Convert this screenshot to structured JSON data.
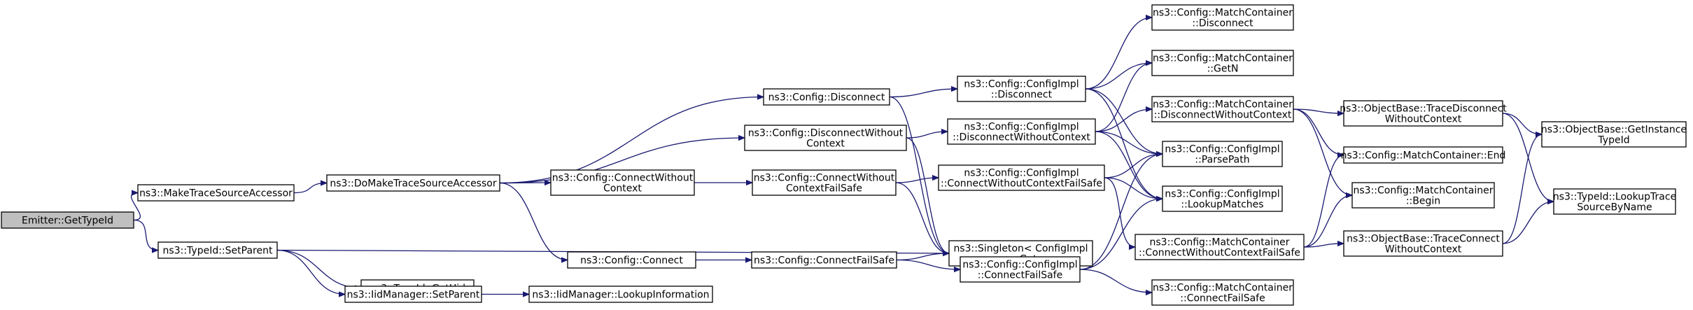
{
  "diagram": {
    "type": "call-graph",
    "nodes": [
      {
        "id": "emitter_gettypeid",
        "lines": [
          "Emitter::GetTypeId"
        ],
        "root": true
      },
      {
        "id": "maketracesourceaccessor",
        "lines": [
          "ns3::MakeTraceSourceAccessor"
        ]
      },
      {
        "id": "typeid_setparent",
        "lines": [
          "ns3::TypeId::SetParent"
        ]
      },
      {
        "id": "domaketracesourceaccessor",
        "lines": [
          "ns3::DoMakeTraceSourceAccessor"
        ]
      },
      {
        "id": "typeid_getuid",
        "lines": [
          "ns3::TypeId::GetUid"
        ]
      },
      {
        "id": "iidmanager_setparent",
        "lines": [
          "ns3::IidManager::SetParent"
        ]
      },
      {
        "id": "iidmanager_lookupinformation",
        "lines": [
          "ns3::IidManager::LookupInformation"
        ]
      },
      {
        "id": "config_disconnect",
        "lines": [
          "ns3::Config::Disconnect"
        ]
      },
      {
        "id": "config_disconnectwithoutcontext",
        "lines": [
          "ns3::Config::DisconnectWithout",
          "Context"
        ]
      },
      {
        "id": "config_connectwithoutcontext",
        "lines": [
          "ns3::Config::ConnectWithout",
          "Context"
        ]
      },
      {
        "id": "config_connect",
        "lines": [
          "ns3::Config::Connect"
        ]
      },
      {
        "id": "config_connectwithoutcontextfailsafe",
        "lines": [
          "ns3::Config::ConnectWithout",
          "ContextFailSafe"
        ]
      },
      {
        "id": "config_connectfailsafe",
        "lines": [
          "ns3::Config::ConnectFailSafe"
        ]
      },
      {
        "id": "singleton_get",
        "lines": [
          "ns3::Singleton< ConfigImpl",
          " >::Get"
        ]
      },
      {
        "id": "configimpl_disconnect",
        "lines": [
          "ns3::Config::ConfigImpl",
          "::Disconnect"
        ]
      },
      {
        "id": "configimpl_disconnectwithoutcontext",
        "lines": [
          "ns3::Config::ConfigImpl",
          "::DisconnectWithoutContext"
        ]
      },
      {
        "id": "configimpl_connectwithoutcontextfailsafe",
        "lines": [
          "ns3::Config::ConfigImpl",
          "::ConnectWithoutContextFailSafe"
        ]
      },
      {
        "id": "configimpl_connectfailsafe",
        "lines": [
          "ns3::Config::ConfigImpl",
          "::ConnectFailSafe"
        ]
      },
      {
        "id": "matchcontainer_disconnect",
        "lines": [
          "ns3::Config::MatchContainer",
          "::Disconnect"
        ]
      },
      {
        "id": "matchcontainer_getn",
        "lines": [
          "ns3::Config::MatchContainer",
          "::GetN"
        ]
      },
      {
        "id": "matchcontainer_disconnectwithoutcontext",
        "lines": [
          "ns3::Config::MatchContainer",
          "::DisconnectWithoutContext"
        ]
      },
      {
        "id": "configimpl_parsepath",
        "lines": [
          "ns3::Config::ConfigImpl",
          "::ParsePath"
        ]
      },
      {
        "id": "configimpl_lookupmatches",
        "lines": [
          "ns3::Config::ConfigImpl",
          "::LookupMatches"
        ]
      },
      {
        "id": "matchcontainer_connectwithoutcontextfailsafe",
        "lines": [
          "ns3::Config::MatchContainer",
          "::ConnectWithoutContextFailSafe"
        ]
      },
      {
        "id": "matchcontainer_connectfailsafe",
        "lines": [
          "ns3::Config::MatchContainer",
          "::ConnectFailSafe"
        ]
      },
      {
        "id": "objectbase_tracedisconnectwithoutcontext",
        "lines": [
          "ns3::ObjectBase::TraceDisconnect",
          "WithoutContext"
        ]
      },
      {
        "id": "matchcontainer_end",
        "lines": [
          "ns3::Config::MatchContainer::End"
        ]
      },
      {
        "id": "matchcontainer_begin",
        "lines": [
          "ns3::Config::MatchContainer",
          "::Begin"
        ]
      },
      {
        "id": "objectbase_traceconnectwithoutcontext",
        "lines": [
          "ns3::ObjectBase::TraceConnect",
          "WithoutContext"
        ]
      },
      {
        "id": "objectbase_getinstancetypeid",
        "lines": [
          "ns3::ObjectBase::GetInstance",
          "TypeId"
        ]
      },
      {
        "id": "typeid_lookuptracesourcebyname",
        "lines": [
          "ns3::TypeId::LookupTrace",
          "SourceByName"
        ]
      }
    ],
    "edges": [
      [
        "emitter_gettypeid",
        "maketracesourceaccessor"
      ],
      [
        "emitter_gettypeid",
        "typeid_setparent"
      ],
      [
        "maketracesourceaccessor",
        "domaketracesourceaccessor"
      ],
      [
        "typeid_setparent",
        "typeid_getuid"
      ],
      [
        "typeid_setparent",
        "iidmanager_setparent"
      ],
      [
        "typeid_setparent",
        "singleton_get"
      ],
      [
        "iidmanager_setparent",
        "iidmanager_lookupinformation"
      ],
      [
        "domaketracesourceaccessor",
        "config_disconnect"
      ],
      [
        "domaketracesourceaccessor",
        "config_disconnectwithoutcontext"
      ],
      [
        "domaketracesourceaccessor",
        "config_connectwithoutcontext"
      ],
      [
        "domaketracesourceaccessor",
        "config_connect"
      ],
      [
        "config_disconnect",
        "configimpl_disconnect"
      ],
      [
        "config_disconnect",
        "singleton_get"
      ],
      [
        "config_disconnectwithoutcontext",
        "configimpl_disconnectwithoutcontext"
      ],
      [
        "config_disconnectwithoutcontext",
        "singleton_get"
      ],
      [
        "config_connectwithoutcontext",
        "config_connectwithoutcontextfailsafe"
      ],
      [
        "config_connect",
        "config_connectfailsafe"
      ],
      [
        "config_connectwithoutcontextfailsafe",
        "configimpl_connectwithoutcontextfailsafe"
      ],
      [
        "config_connectwithoutcontextfailsafe",
        "singleton_get"
      ],
      [
        "config_connectfailsafe",
        "singleton_get"
      ],
      [
        "config_connectfailsafe",
        "configimpl_connectfailsafe"
      ],
      [
        "configimpl_disconnect",
        "matchcontainer_disconnect"
      ],
      [
        "configimpl_disconnect",
        "matchcontainer_getn"
      ],
      [
        "configimpl_disconnect",
        "configimpl_parsepath"
      ],
      [
        "configimpl_disconnect",
        "configimpl_lookupmatches"
      ],
      [
        "configimpl_disconnectwithoutcontext",
        "matchcontainer_getn"
      ],
      [
        "configimpl_disconnectwithoutcontext",
        "matchcontainer_disconnectwithoutcontext"
      ],
      [
        "configimpl_disconnectwithoutcontext",
        "configimpl_parsepath"
      ],
      [
        "configimpl_disconnectwithoutcontext",
        "configimpl_lookupmatches"
      ],
      [
        "configimpl_connectwithoutcontextfailsafe",
        "configimpl_parsepath"
      ],
      [
        "configimpl_connectwithoutcontextfailsafe",
        "configimpl_lookupmatches"
      ],
      [
        "configimpl_connectwithoutcontextfailsafe",
        "matchcontainer_connectwithoutcontextfailsafe"
      ],
      [
        "configimpl_connectfailsafe",
        "configimpl_parsepath"
      ],
      [
        "configimpl_connectfailsafe",
        "configimpl_lookupmatches"
      ],
      [
        "configimpl_connectfailsafe",
        "matchcontainer_connectfailsafe"
      ],
      [
        "matchcontainer_disconnectwithoutcontext",
        "objectbase_tracedisconnectwithoutcontext"
      ],
      [
        "matchcontainer_disconnectwithoutcontext",
        "matchcontainer_end"
      ],
      [
        "matchcontainer_disconnectwithoutcontext",
        "matchcontainer_begin"
      ],
      [
        "matchcontainer_connectwithoutcontextfailsafe",
        "matchcontainer_end"
      ],
      [
        "matchcontainer_connectwithoutcontextfailsafe",
        "matchcontainer_begin"
      ],
      [
        "matchcontainer_connectwithoutcontextfailsafe",
        "objectbase_traceconnectwithoutcontext"
      ],
      [
        "objectbase_tracedisconnectwithoutcontext",
        "objectbase_getinstancetypeid"
      ],
      [
        "objectbase_tracedisconnectwithoutcontext",
        "typeid_lookuptracesourcebyname"
      ],
      [
        "objectbase_traceconnectwithoutcontext",
        "objectbase_getinstancetypeid"
      ],
      [
        "objectbase_traceconnectwithoutcontext",
        "typeid_lookuptracesourcebyname"
      ]
    ],
    "colors": {
      "edge": "#191970",
      "node_border": "#000000",
      "node_fill": "#ffffff",
      "root_fill": "#bfbfbf",
      "text": "#000000"
    }
  }
}
